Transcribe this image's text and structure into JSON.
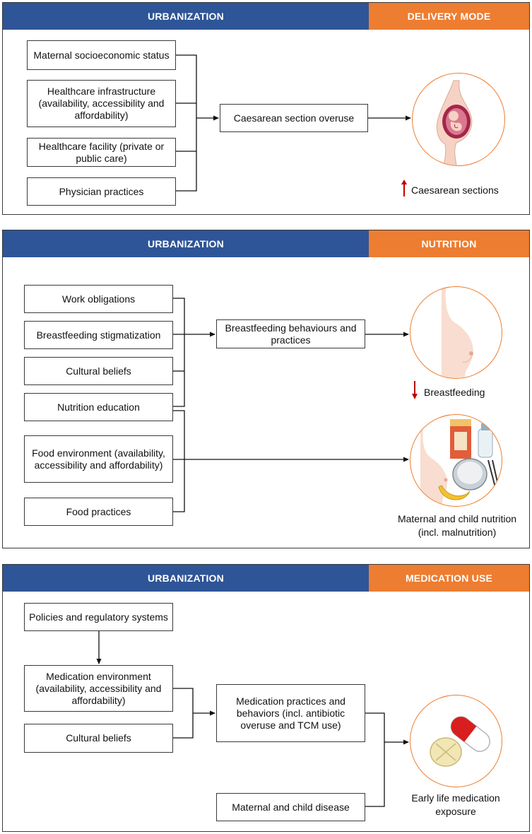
{
  "panels": {
    "delivery": {
      "left_header": "URBANIZATION",
      "right_header": "DELIVERY MODE",
      "factors": [
        "Maternal socioeconomic status",
        "Healthcare infrastructure (availability, accessibility and affordability)",
        "Healthcare facility (private or public care)",
        "Physician practices"
      ],
      "mediator": "Caesarean section overuse",
      "outcome": "Caesarean sections",
      "outcome_direction": "up"
    },
    "nutrition": {
      "left_header": "URBANIZATION",
      "right_header": "NUTRITION",
      "factors": [
        "Work obligations",
        "Breastfeeding stigmatization",
        "Cultural beliefs",
        "Nutrition education",
        "Food environment (availability, accessibility and affordability)",
        "Food practices"
      ],
      "mediator": "Breastfeeding behaviours and practices",
      "outcome_1": "Breastfeeding",
      "outcome_1_direction": "down",
      "outcome_2": "Maternal and child nutrition (incl. malnutrition)"
    },
    "medication": {
      "left_header": "URBANIZATION",
      "right_header": "MEDICATION USE",
      "policies": "Policies and regulatory systems",
      "environment": "Medication environment (availability, accessibility and affordability)",
      "cultural": "Cultural beliefs",
      "practices": "Medication practices and behaviors (incl. antibiotic overuse and TCM use)",
      "disease": "Maternal and child disease",
      "outcome": "Early life medication exposure"
    }
  },
  "colors": {
    "header_blue": "#2e5597",
    "header_orange": "#ed7d31",
    "arrow_red": "#c00000"
  }
}
